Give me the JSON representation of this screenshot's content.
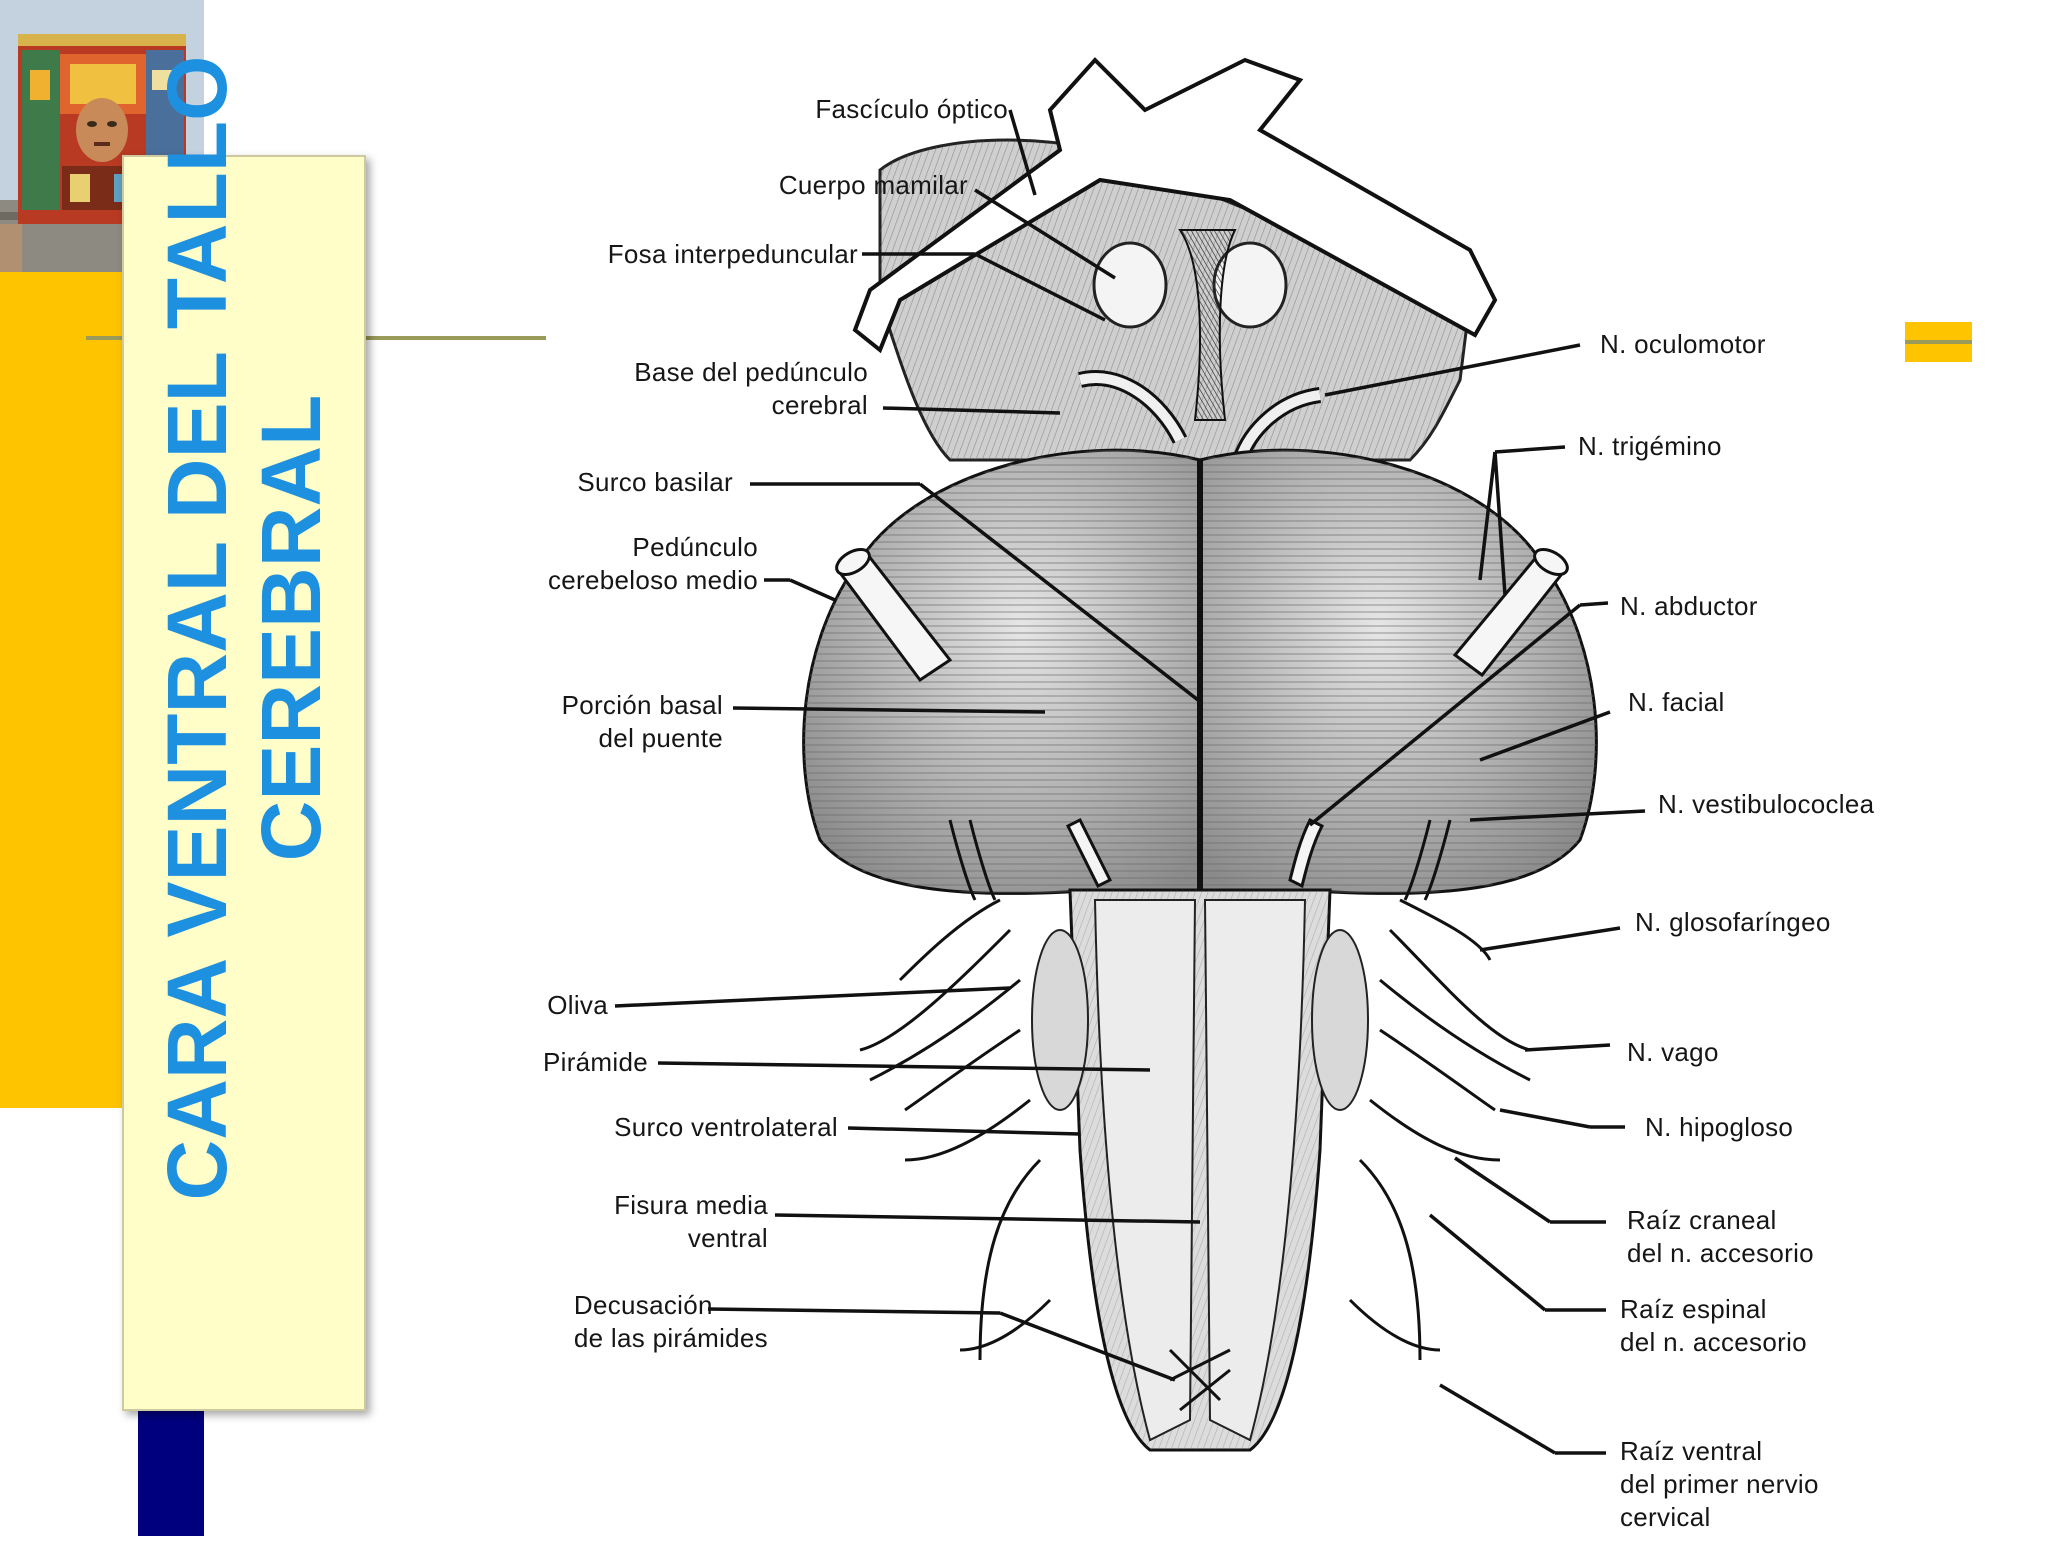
{
  "slide": {
    "title_line1": "CARA VENTRAL DEL TALLO",
    "title_line2": "CEREBRAL",
    "colors": {
      "accent_yellow": "#FFC400",
      "navy": "#00007F",
      "title_blue": "#1E90E0",
      "title_box": "#FFFDC8"
    }
  },
  "logo": {
    "icon": "mural-building-logo"
  },
  "labels": {
    "left": [
      {
        "id": "fasciculo-optico",
        "text": "Fascículo óptico"
      },
      {
        "id": "cuerpo-mamilar",
        "text": "Cuerpo mamilar"
      },
      {
        "id": "fosa-interpeduncular",
        "text": "Fosa interpeduncular"
      },
      {
        "id": "base-pedunculo",
        "text": "Base del pedúnculo\ncerebral"
      },
      {
        "id": "surco-basilar",
        "text": "Surco basilar"
      },
      {
        "id": "pedunculo-cerebeloso",
        "text": "Pedúnculo\ncerebeloso medio"
      },
      {
        "id": "porcion-basal",
        "text": "Porción basal\ndel puente"
      },
      {
        "id": "oliva",
        "text": "Oliva"
      },
      {
        "id": "piramide",
        "text": "Pirámide"
      },
      {
        "id": "surco-ventrolateral",
        "text": "Surco ventrolateral"
      },
      {
        "id": "fisura-media",
        "text": "Fisura media\nventral"
      },
      {
        "id": "decusacion",
        "text": "Decusación\nde las pirámides"
      }
    ],
    "right": [
      {
        "id": "n-oculomotor",
        "text": "N. oculomotor"
      },
      {
        "id": "n-trigemino",
        "text": "N. trigémino"
      },
      {
        "id": "n-abductor",
        "text": "N. abductor"
      },
      {
        "id": "n-facial",
        "text": "N. facial"
      },
      {
        "id": "n-vestibulococlea",
        "text": "N. vestibulococlea"
      },
      {
        "id": "n-glosofaringeo",
        "text": "N. glosofaríngeo"
      },
      {
        "id": "n-vago",
        "text": "N. vago"
      },
      {
        "id": "n-hipogloso",
        "text": "N. hipogloso"
      },
      {
        "id": "raiz-craneal",
        "text": "Raíz craneal\ndel n. accesorio"
      },
      {
        "id": "raiz-espinal",
        "text": "Raíz espinal\ndel n. accesorio"
      },
      {
        "id": "raiz-ventral",
        "text": "Raíz ventral\ndel primer nervio\ncervical"
      }
    ]
  }
}
